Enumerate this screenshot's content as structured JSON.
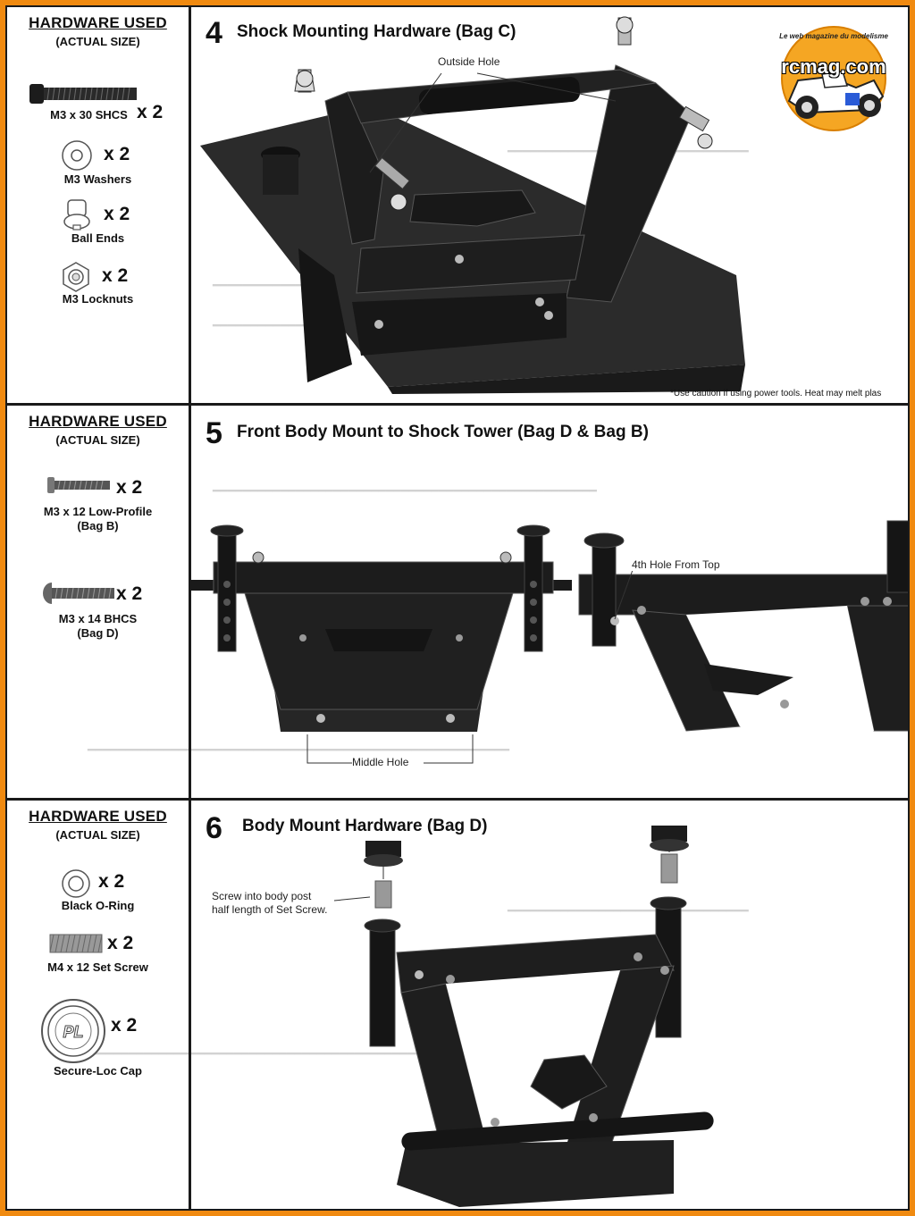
{
  "logo": {
    "arc_text": "Le web magazine du modelisme",
    "name": "rcmag.com"
  },
  "sections": [
    {
      "hardware_title": "HARDWARE USED",
      "hardware_subtitle": "(ACTUAL SIZE)",
      "parts": [
        {
          "qty": "x 2",
          "label": "M3 x 30 SHCS"
        },
        {
          "qty": "x 2",
          "label": "M3 Washers"
        },
        {
          "qty": "x 2",
          "label": "Ball Ends"
        },
        {
          "qty": "x 2",
          "label": "M3 Locknuts"
        }
      ],
      "step_number": "4",
      "step_title": "Shock Mounting Hardware (Bag C)",
      "callouts": [
        "Outside Hole"
      ],
      "caution": "*Use caution if using power tools. Heat may melt plas"
    },
    {
      "hardware_title": "HARDWARE USED",
      "hardware_subtitle": "(ACTUAL SIZE)",
      "parts": [
        {
          "qty": "x 2",
          "label_line1": "M3 x 12 Low-Profile",
          "label_line2": "(Bag B)"
        },
        {
          "qty": "x 2",
          "label_line1": "M3 x 14 BHCS",
          "label_line2": "(Bag D)"
        }
      ],
      "step_number": "5",
      "step_title": "Front Body Mount to Shock Tower (Bag D & Bag B)",
      "callouts": [
        "4th Hole From Top",
        "Middle Hole"
      ]
    },
    {
      "hardware_title": "HARDWARE USED",
      "hardware_subtitle": "(ACTUAL SIZE)",
      "parts": [
        {
          "qty": "x 2",
          "label": "Black O-Ring"
        },
        {
          "qty": "x 2",
          "label": "M4 x 12 Set Screw"
        },
        {
          "qty": "x 2",
          "label": "Secure-Loc Cap"
        }
      ],
      "step_number": "6",
      "step_title": "Body Mount Hardware (Bag D)",
      "callouts": [
        "Screw into body post",
        "half length of Set Screw."
      ]
    }
  ],
  "colors": {
    "border": "#f08a10",
    "ink": "#111111",
    "part_dark": "#1c1c1c",
    "ghost_text": "#d2d2d2"
  }
}
